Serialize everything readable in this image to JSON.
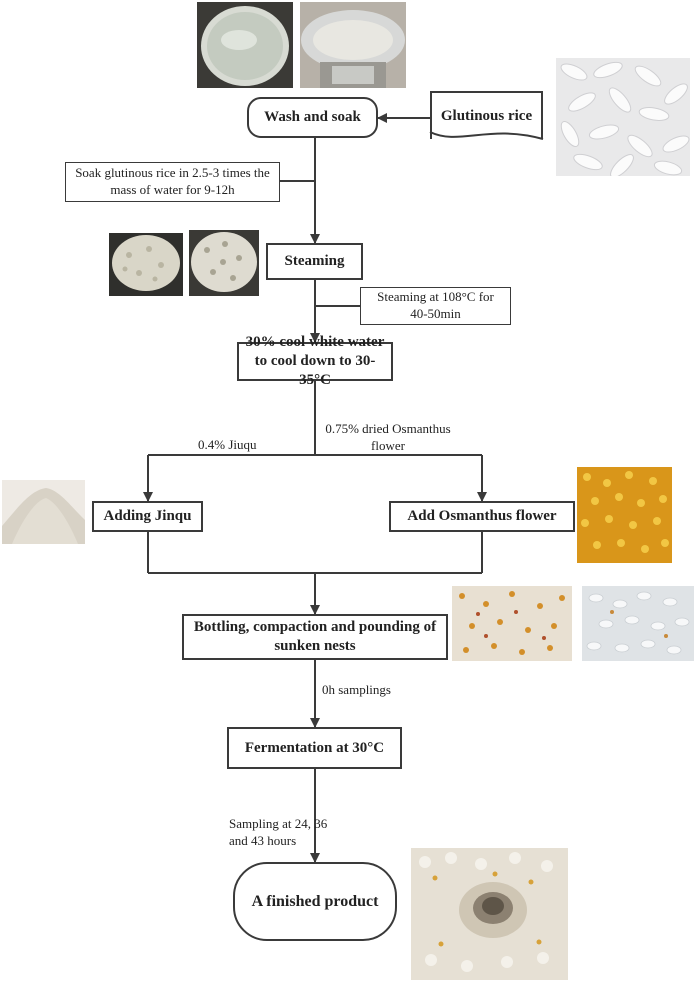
{
  "steps": {
    "wash": "Wash and soak",
    "glutinous": "Glutinous rice",
    "steaming": "Steaming",
    "cool": "30% cool white water to cool down to 30-35°C",
    "jinqu": "Adding Jinqu",
    "osmanthus": "Add Osmanthus flower",
    "bottling": "Bottling, compaction and pounding of sunken nests",
    "fermentation": "Fermentation at 30°C",
    "finished": "A finished product"
  },
  "notes": {
    "soak": "Soak glutinous rice in 2.5-3 times the mass of water for 9-12h",
    "steam": "Steaming at 108°C for 40-50min"
  },
  "labels": {
    "jiuqu_dose": "0.4% Jiuqu",
    "osmanthus_dose": "0.75% dried Osmanthus flower",
    "sampling_0h": "0h samplings",
    "sampling_later": "Sampling at 24, 36 and 43 hours"
  },
  "colors": {
    "line": "#3a3a3a",
    "rice": "#f1efe6",
    "osmanthus": "#e0a31c"
  }
}
